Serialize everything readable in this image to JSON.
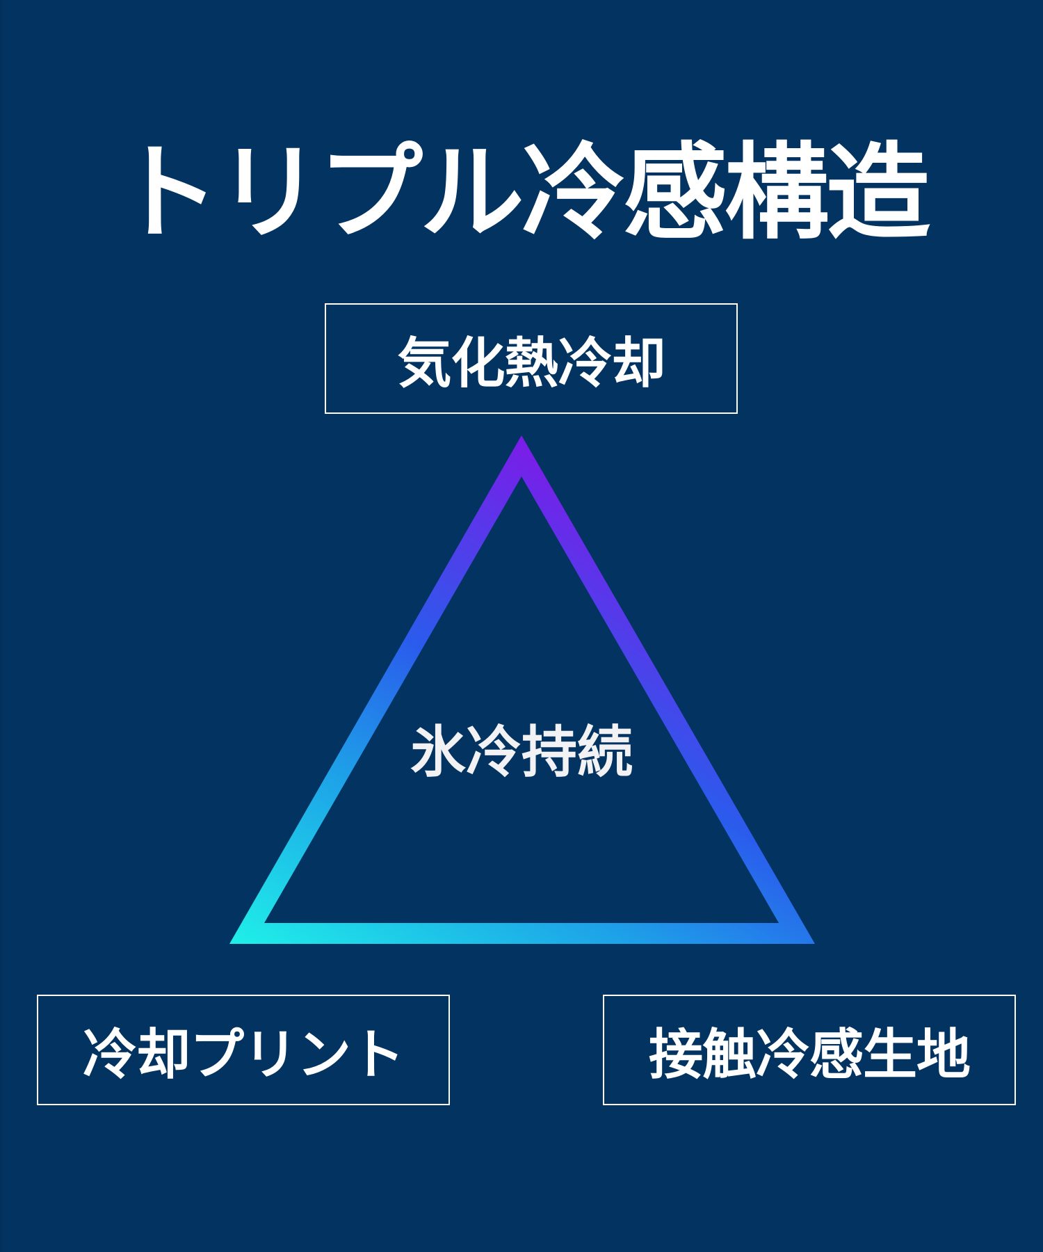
{
  "title": "トリプル冷感構造",
  "diagram": {
    "top_label": "気化熱冷却",
    "left_label": "冷却プリント",
    "right_label": "接触冷感生地",
    "center_label": "氷冷持続",
    "shape": "triangle-outline",
    "gradient": {
      "start_color": "#1ff0e8",
      "mid_color": "#2060e8",
      "end_color": "#7b1ce8"
    }
  },
  "colors": {
    "background": "#023361",
    "text": "#ffffff",
    "box_border": "#ffffff"
  }
}
